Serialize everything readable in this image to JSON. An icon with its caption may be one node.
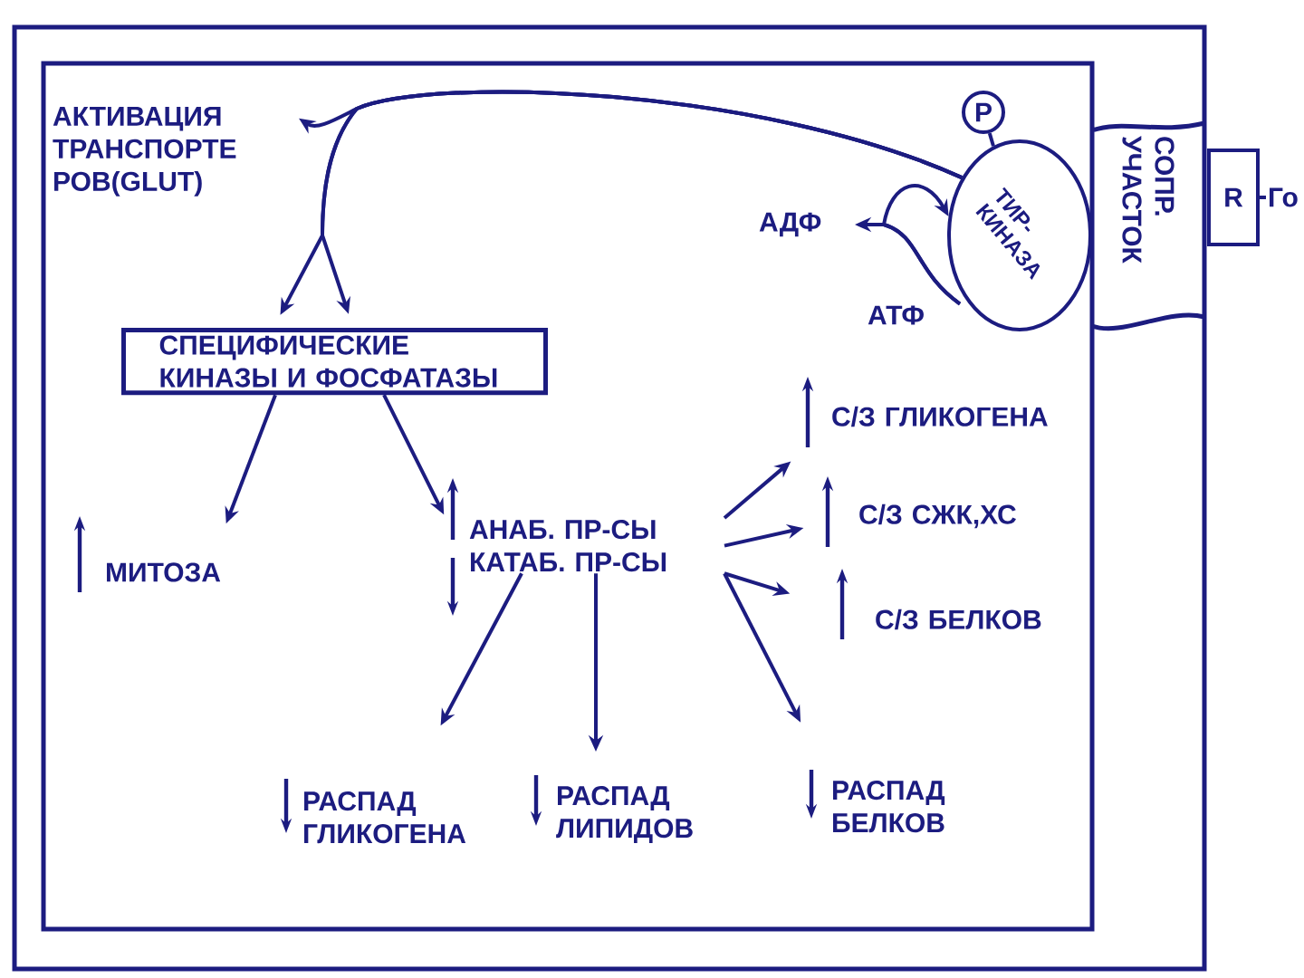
{
  "diagram": {
    "nodes": [
      {
        "text": [
          "АКТИВАЦИЯ ТРАНСПОРТЕ РОВ(GLUT)"
        ]
      },
      {
        "text": [
          "СПЕЦИФИЧЕСКИЕ КИНАЗЫ И ФОСФАТАЗЫ"
        ]
      },
      {
        "text": [
          "P"
        ]
      },
      {
        "text": [
          "ТИР- КИНАЗА"
        ]
      },
      {
        "text": [
          "СОПР. УЧАСТОК"
        ]
      },
      {
        "text": [
          "R"
        ]
      },
      {
        "text": [
          "Го"
        ]
      },
      {
        "text": [
          "АДФ"
        ]
      },
      {
        "text": [
          "АТФ"
        ]
      },
      {
        "text": [
          "С/З ГЛИКОГЕНА"
        ]
      },
      {
        "text": [
          "С/З СЖК,ХС"
        ]
      },
      {
        "text": [
          "С/З БЕЛКОВ"
        ]
      },
      {
        "text": [
          "МИТОЗА"
        ]
      },
      {
        "text": [
          "АНАБ. ПР-СЫ",
          "КАТАБ. ПР-СЫ"
        ]
      },
      {
        "text": [
          "РАСПАД ГЛИКОГЕНА"
        ]
      },
      {
        "text": [
          "РАСПАД ЛИПИДОВ"
        ]
      },
      {
        "text": [
          "РАСПАД БЕЛКОВ"
        ]
      }
    ],
    "edges": [
      {
        "from": 3,
        "to": 0,
        "arrow": "to"
      },
      {
        "from": 3,
        "to": 1,
        "arrow": "to"
      },
      {
        "from": 3,
        "to": 1,
        "arrow": "to"
      },
      {
        "from": 2,
        "to": 3,
        "arrow": "none"
      },
      {
        "from": 8,
        "to": 7,
        "arrow": "to"
      },
      {
        "from": 8,
        "to": 3,
        "arrow": "to"
      },
      {
        "from": 5,
        "to": 6,
        "arrow": "none"
      },
      {
        "from": 1,
        "to": 12,
        "arrow": "to"
      },
      {
        "from": 1,
        "to": 13,
        "arrow": "to"
      },
      {
        "from": 13,
        "to": 9,
        "arrow": "to"
      },
      {
        "from": 13,
        "to": 10,
        "arrow": "to"
      },
      {
        "from": 13,
        "to": 11,
        "arrow": "to"
      },
      {
        "from": 13,
        "to": 14,
        "arrow": "to"
      },
      {
        "from": 13,
        "to": 15,
        "arrow": "to"
      },
      {
        "from": 13,
        "to": 16,
        "arrow": "to"
      }
    ]
  }
}
